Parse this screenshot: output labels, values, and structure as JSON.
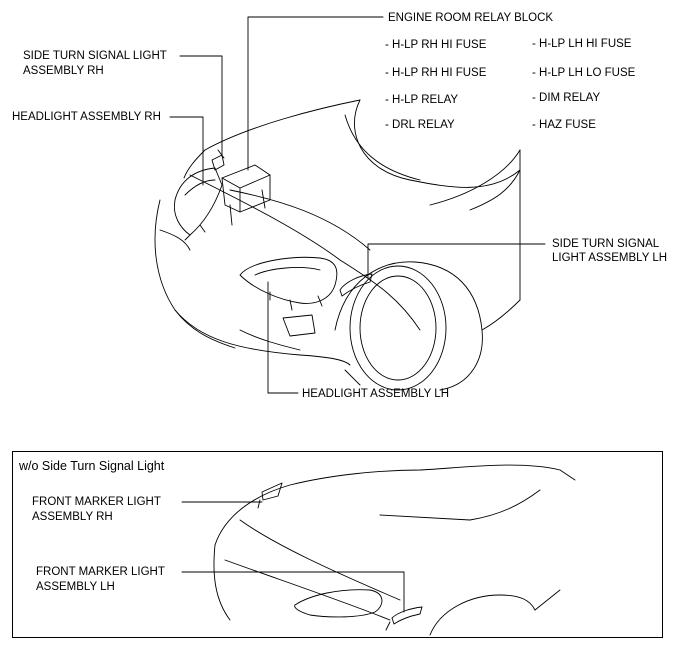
{
  "main_labels": {
    "engine_room_relay_block": "ENGINE ROOM RELAY BLOCK",
    "side_turn_rh_line1": "SIDE TURN SIGNAL LIGHT",
    "side_turn_rh_line2": "ASSEMBLY RH",
    "headlight_rh": "HEADLIGHT ASSEMBLY RH",
    "side_turn_lh_line1": "SIDE TURN SIGNAL",
    "side_turn_lh_line2": "LIGHT ASSEMBLY LH",
    "headlight_lh": "HEADLIGHT ASSEMBLY LH"
  },
  "relay_block_items": [
    "- H-LP RH HI FUSE",
    "- H-LP LH HI FUSE",
    "- H-LP RH HI FUSE",
    "- H-LP LH LO FUSE",
    "- H-LP RELAY",
    "- DIM RELAY",
    "- DRL RELAY",
    "- HAZ FUSE"
  ],
  "inset": {
    "title": "w/o Side Turn Signal Light",
    "front_marker_rh_line1": "FRONT MARKER LIGHT",
    "front_marker_rh_line2": "ASSEMBLY RH",
    "front_marker_lh_line1": "FRONT MARKER LIGHT",
    "front_marker_lh_line2": "ASSEMBLY LH"
  }
}
